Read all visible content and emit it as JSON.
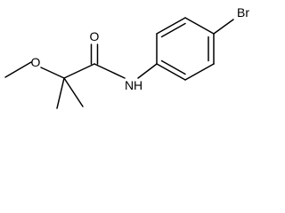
{
  "molecule": {
    "atoms": {
      "oxygen_carbonyl": "O",
      "oxygen_ether": "O",
      "nitrogen_amide": "N",
      "hydrogen_amide": "H",
      "bromine": "Br"
    },
    "colors": {
      "bond": "#000000",
      "label": "#000000",
      "background": "#ffffff"
    }
  }
}
